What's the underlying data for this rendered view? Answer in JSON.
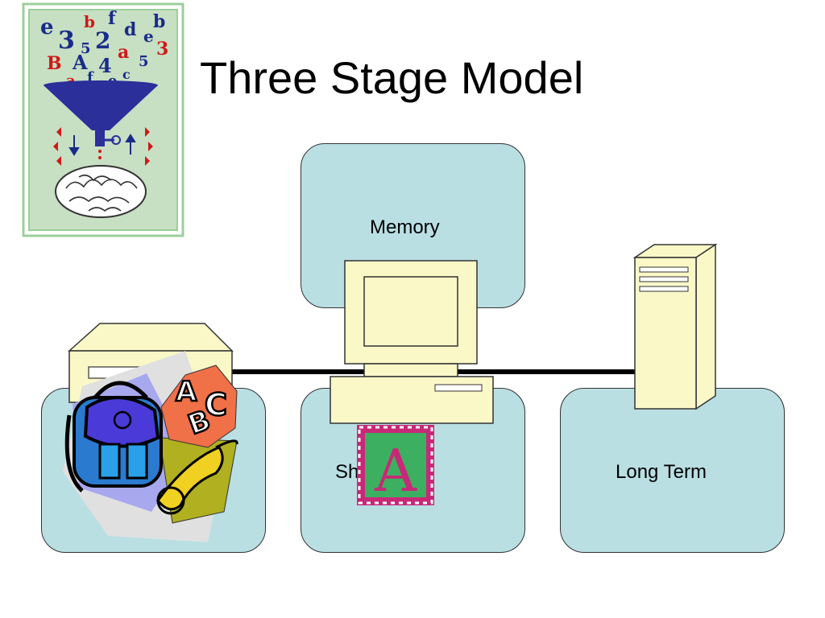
{
  "slide": {
    "title": "Three Stage Model",
    "boxes": {
      "top": "Memory",
      "middle": "Short Term",
      "right": "Long Term"
    },
    "colors": {
      "box_fill": "#b9dfe3",
      "clipart_paper": "#fbf8c8"
    },
    "clipart": [
      "funnel-letters-brain-clipart",
      "desktop-computer-clipart",
      "tower-server-clipart",
      "printer-clipart",
      "backpack-school-clipart",
      "letter-a-stamp-clipart"
    ]
  }
}
